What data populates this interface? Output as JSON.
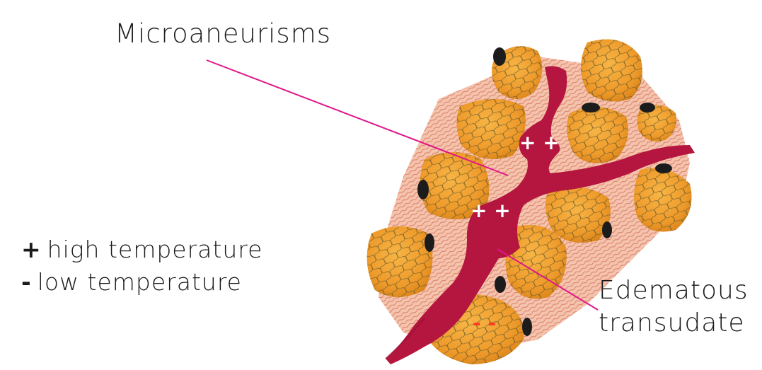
{
  "labels": {
    "microaneurisms": "Microaneurisms",
    "edematous_line1": "Edematous",
    "edematous_line2": "transudate"
  },
  "legend": {
    "high": {
      "symbol": "+",
      "text": "high temperature"
    },
    "low": {
      "symbol": "-",
      "text": "low temperature"
    }
  },
  "marks": {
    "upper_plus": "+ +",
    "middle_plus": "+ +",
    "lower_minus": "- -"
  },
  "colors": {
    "leader_line": "#e0168a",
    "vessel": "#b5163f",
    "vessel_dark": "#8e0f2e",
    "cell_fill": "#f2a02c",
    "cell_dark": "#d9831a",
    "cell_net": "#6b5a2a",
    "nucleus": "#1c1c1c",
    "tissue": "#e89a7a",
    "plus_mark": "#ffffff",
    "minus_mark": "#ff3b1f"
  },
  "icons": {
    "tissue": "alveolar-tissue-illustration"
  }
}
